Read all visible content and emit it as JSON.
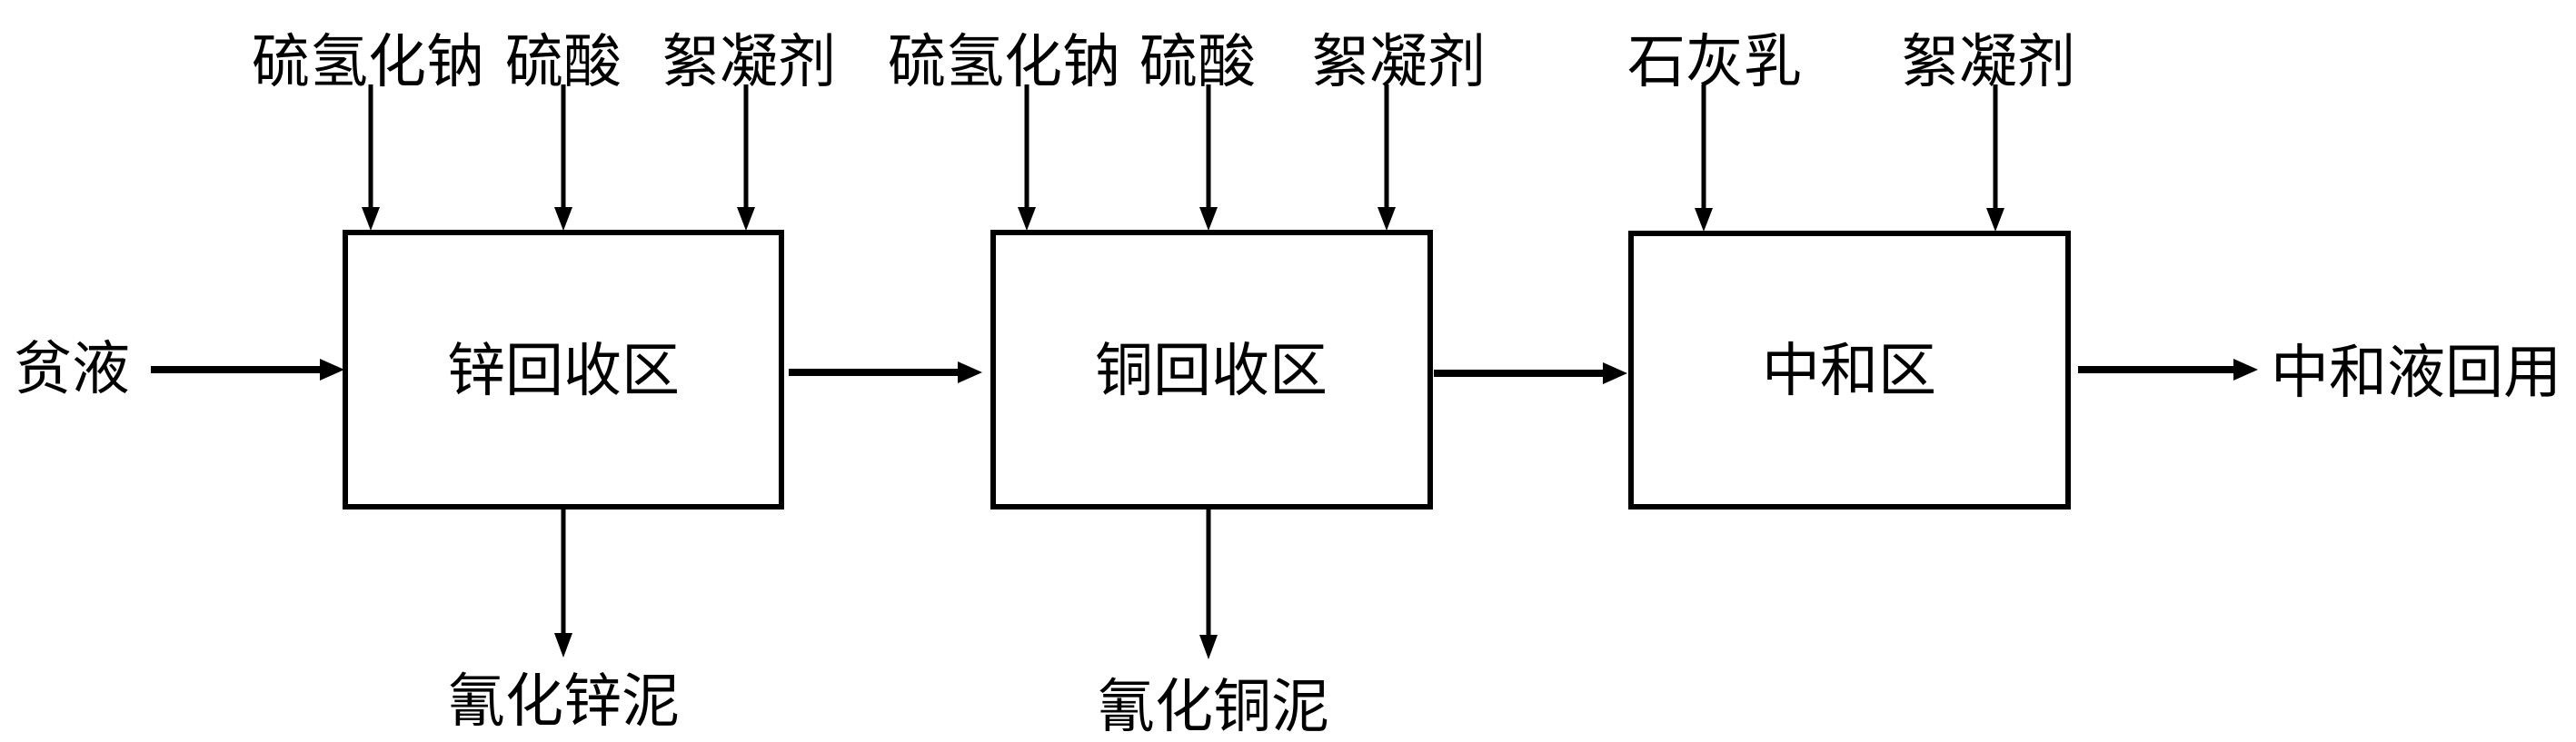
{
  "title": "贫液处理工艺流程",
  "colors": {
    "line": "#000000",
    "background": "#ffffff",
    "text": "#000000"
  },
  "feed": {
    "label": "贫液"
  },
  "stages": [
    {
      "id": "zinc",
      "label": "锌回收区",
      "inputs": [
        "硫氢化钠",
        "硫酸",
        "絮凝剂"
      ],
      "output_bottom": "氰化锌泥"
    },
    {
      "id": "copper",
      "label": "铜回收区",
      "inputs": [
        "硫氢化钠",
        "硫酸",
        "絮凝剂"
      ],
      "output_bottom": "氰化铜泥"
    },
    {
      "id": "neutralize",
      "label": "中和区",
      "inputs": [
        "石灰乳",
        "絮凝剂"
      ],
      "output_bottom": null
    }
  ],
  "product": {
    "label": "中和液回用"
  }
}
